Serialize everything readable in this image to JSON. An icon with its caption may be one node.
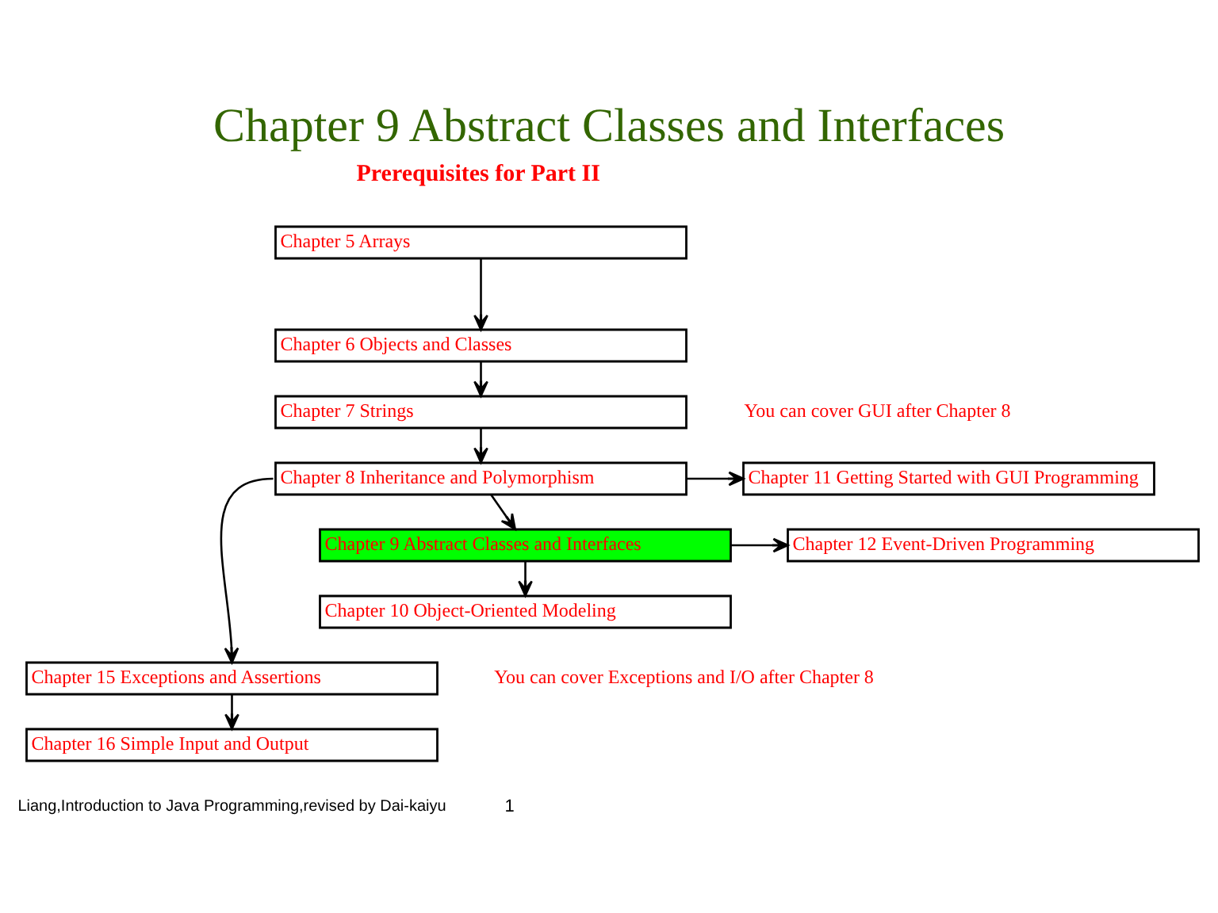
{
  "diagram": {
    "title": "Chapter 9 Abstract Classes and Interfaces",
    "nodes": [
      {
        "text": [
          "Chapter 5 Arrays"
        ]
      },
      {
        "text": [
          "Chapter 6 Objects and Classes"
        ]
      },
      {
        "text": [
          "Chapter 7 Strings"
        ]
      },
      {
        "text": [
          "Chapter 8 Inheritance and Polymorphism"
        ]
      },
      {
        "text": [
          "Chapter 11 Getting Started with GUI Programming"
        ]
      },
      {
        "text": [
          "Chapter 9 Abstract Classes and Interfaces"
        ]
      },
      {
        "text": [
          "Chapter 12 Event-Driven Programming"
        ]
      },
      {
        "text": [
          "Chapter 10 Object-Oriented Modeling"
        ]
      },
      {
        "text": [
          "Chapter 15 Exceptions and Assertions"
        ]
      },
      {
        "text": [
          "Chapter 16 Simple Input and Output"
        ]
      }
    ],
    "edges": [
      {
        "from": 0,
        "to": 1,
        "arrow": "to"
      },
      {
        "from": 1,
        "to": 2,
        "arrow": "to"
      },
      {
        "from": 2,
        "to": 3,
        "arrow": "to"
      },
      {
        "from": 3,
        "to": 8,
        "arrow": "to"
      },
      {
        "from": 3,
        "to": 5,
        "arrow": "to"
      },
      {
        "from": 3,
        "to": 4,
        "arrow": "to"
      },
      {
        "from": 5,
        "to": 6,
        "arrow": "to"
      },
      {
        "from": 5,
        "to": 7,
        "arrow": "to"
      },
      {
        "from": 8,
        "to": 9,
        "arrow": "to"
      }
    ],
    "labels": [
      "Prerequisites for Part II",
      "You can cover GUI after Chapter 8",
      "You can cover Exceptions and I/O after Chapter 8",
      "Liang,Introduction to Java Programming,revised by Dai-kaiyu",
      "1"
    ]
  }
}
